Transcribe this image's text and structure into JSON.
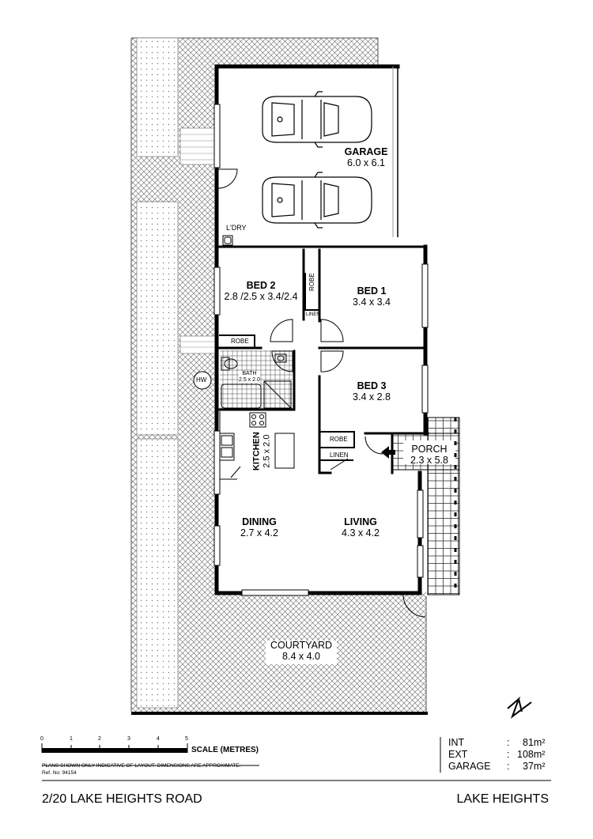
{
  "rooms": {
    "garage": {
      "name": "GARAGE",
      "dims": "6.0 x 6.1"
    },
    "laundry": {
      "name": "L'DRY"
    },
    "bed2": {
      "name": "BED 2",
      "dims": "2.8 /2.5 x 3.4/2.4"
    },
    "bed1": {
      "name": "BED 1",
      "dims": "3.4 x 3.4"
    },
    "bed3": {
      "name": "BED 3",
      "dims": "3.4 x 2.8"
    },
    "bath": {
      "name": "BATH",
      "dims": "2.5 x 2.0"
    },
    "kitchen": {
      "name": "KITCHEN",
      "dims": "2.5 x 2.0"
    },
    "porch": {
      "name": "PORCH",
      "dims": "2.3 x 5.8"
    },
    "dining": {
      "name": "DINING",
      "dims": "2.7 x 4.2"
    },
    "living": {
      "name": "LIVING",
      "dims": "4.3 x 4.2"
    },
    "courtyard": {
      "name": "COURTYARD",
      "dims": "8.4 x 4.0"
    }
  },
  "fixtures": {
    "robe_bed2": "ROBE",
    "robe_bed1": "ROBE",
    "robe_bed3": "ROBE",
    "linen_top": "LINEN",
    "linen_bottom": "LINEN",
    "hot_water": "HW"
  },
  "scale": {
    "label": "SCALE (METRES)",
    "ticks": [
      "0",
      "1",
      "2",
      "3",
      "4",
      "5"
    ]
  },
  "disclaimer": "PLANS SHOWN ONLY INDICATIVE OF LAYOUT.  DIMENSIONS ARE APPROXIMATE.",
  "ref": "Ref. No: 94154",
  "areas": [
    {
      "label": "INT",
      "sep": ":",
      "value": "81m²"
    },
    {
      "label": "EXT",
      "sep": ":",
      "value": "108m²"
    },
    {
      "label": "GARAGE",
      "sep": ":",
      "value": "37m²"
    }
  ],
  "address": "2/20 LAKE HEIGHTS ROAD",
  "suburb": "LAKE HEIGHTS",
  "colors": {
    "wall": "#000000",
    "hatch": "#555555",
    "background": "#ffffff"
  }
}
